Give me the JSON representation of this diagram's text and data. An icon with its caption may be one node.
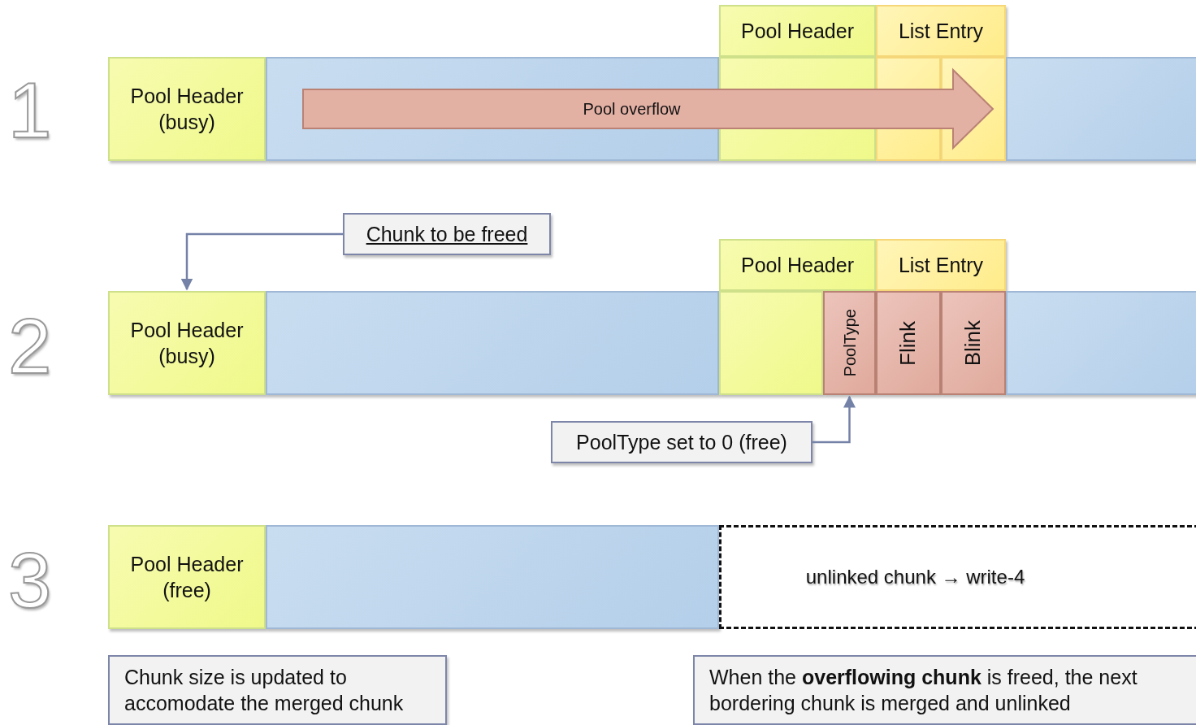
{
  "diagram": {
    "nodes": [
      {
        "text": [
          "Pool Header (busy)"
        ]
      },
      {
        "text": [],
        "shape": "box"
      },
      {
        "text": [
          "Pool Header"
        ]
      },
      {
        "text": [],
        "shape": "box"
      },
      {
        "text": [
          "List Entry"
        ]
      },
      {
        "text": [],
        "shape": "box"
      },
      {
        "text": [],
        "shape": "box"
      },
      {
        "text": [],
        "shape": "box"
      },
      {
        "text": [
          "Chunk to be freed"
        ]
      },
      {
        "text": [
          "Pool Header (busy)"
        ]
      },
      {
        "text": [],
        "shape": "box"
      },
      {
        "text": [
          "Pool Header"
        ]
      },
      {
        "text": [],
        "shape": "box"
      },
      {
        "text": [
          "PoolType"
        ]
      },
      {
        "text": [
          "List Entry"
        ]
      },
      {
        "text": [
          "Flink"
        ]
      },
      {
        "text": [
          "Blink"
        ]
      },
      {
        "text": [],
        "shape": "box"
      },
      {
        "text": [
          "PoolType set to 0 (free)"
        ]
      },
      {
        "text": [
          "Pool Header (free)"
        ]
      },
      {
        "text": [],
        "shape": "box"
      },
      {
        "text": [
          "unlinked chunk → write-4"
        ]
      },
      {
        "text": [
          "Chunk size is updated to accomodate the merged chunk"
        ]
      },
      {
        "text": [
          "When the **overflowing chunk** is freed, the next bordering chunk is merged and unlinked"
        ]
      }
    ],
    "edges": [
      {
        "from": 1,
        "to": 6,
        "arrow": "to",
        "label": "Pool overflow",
        "style": "thick",
        "color": "#e3b0a4"
      },
      {
        "from": 8,
        "to": 9,
        "arrow": "to"
      },
      {
        "from": 18,
        "to": 13,
        "arrow": "to"
      }
    ],
    "labels": [
      "1",
      "2",
      "3"
    ]
  }
}
